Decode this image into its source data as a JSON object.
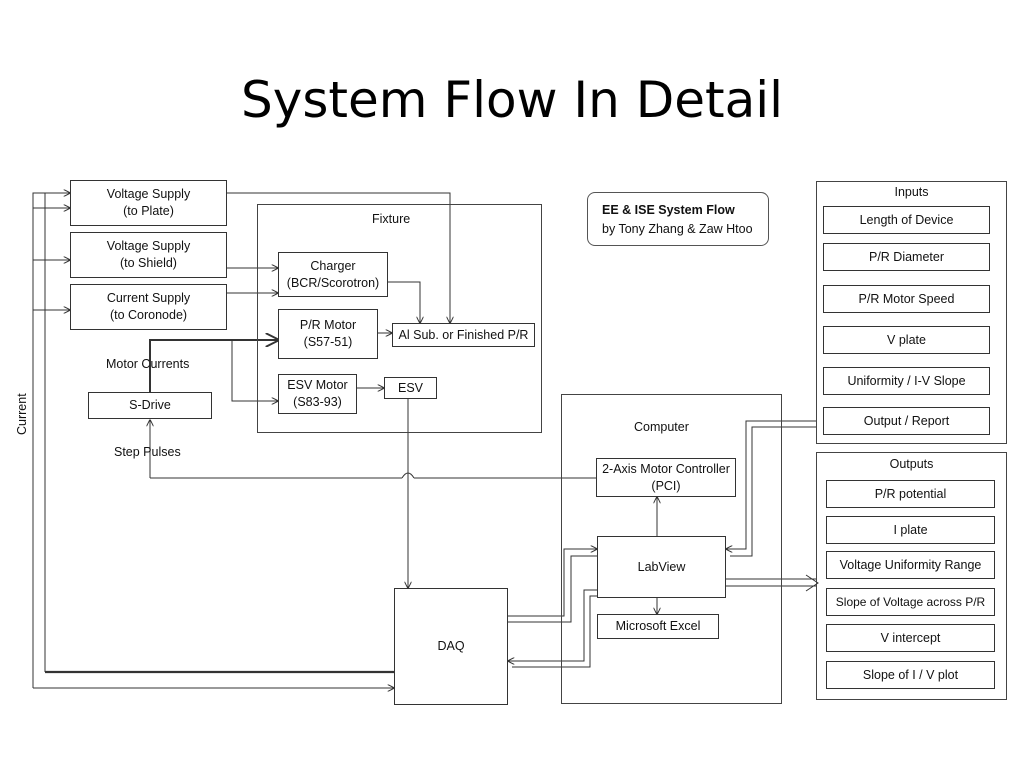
{
  "slide": {
    "title": "System Flow In Detail"
  },
  "credit": {
    "title": "EE & ISE System Flow",
    "authors": "by Tony Zhang & Zaw Htoo"
  },
  "supplies": {
    "plate": [
      "Voltage Supply",
      "(to Plate)"
    ],
    "shield": [
      "Voltage Supply",
      "(to Shield)"
    ],
    "coronode": [
      "Current Supply",
      "(to Coronode)"
    ]
  },
  "fixture": {
    "label": "Fixture",
    "charger": [
      "Charger",
      "(BCR/Scorotron)"
    ],
    "pr_motor": [
      "P/R Motor",
      "(S57-51)"
    ],
    "esv_motor": [
      "ESV Motor",
      "(S83-93)"
    ],
    "al_sub": "Al Sub. or Finished P/R",
    "esv": "ESV"
  },
  "drive": {
    "motor_currents": "Motor Currents",
    "s_drive": "S-Drive",
    "step_pulses": "Step Pulses",
    "current": "Current"
  },
  "daq": "DAQ",
  "computer": {
    "label": "Computer",
    "controller": [
      "2-Axis Motor Controller",
      "(PCI)"
    ],
    "labview": "LabView",
    "excel": "Microsoft Excel"
  },
  "inputs": {
    "header": "Inputs",
    "items": [
      "Length of Device",
      "P/R Diameter",
      "P/R Motor Speed",
      "V plate",
      "Uniformity / I-V Slope",
      "Output / Report"
    ]
  },
  "outputs": {
    "header": "Outputs",
    "items": [
      "P/R potential",
      "I plate",
      "Voltage Uniformity Range",
      "Slope of Voltage across P/R",
      "V intercept",
      "Slope of I / V plot"
    ]
  },
  "colors": {
    "line": "#333333",
    "border": "#333333",
    "background": "#ffffff"
  }
}
